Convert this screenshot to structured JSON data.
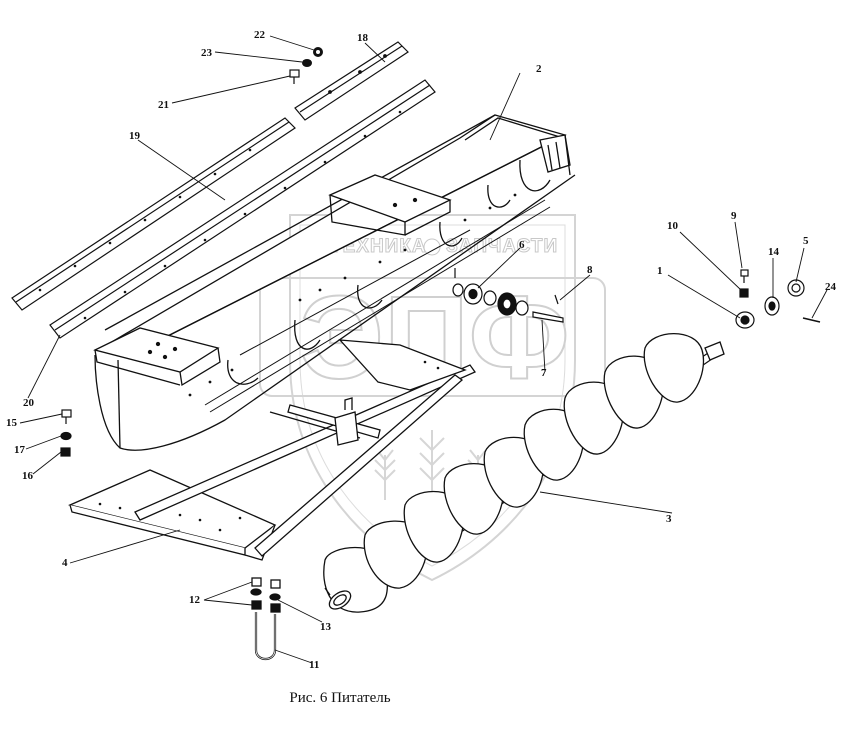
{
  "caption": "Рис. 6  Питатель",
  "watermark": {
    "top_text": "ТЕХНИКА",
    "top_text_right": "ЗАПЧАСТИ",
    "monogram": "ЭПФ"
  },
  "callouts": {
    "p1": "1",
    "p2": "2",
    "p3": "3",
    "p4": "4",
    "p5": "5",
    "p6": "6",
    "p7": "7",
    "p8": "8",
    "p9": "9",
    "p10": "10",
    "p11": "11",
    "p12": "12",
    "p13": "13",
    "p14": "14",
    "p15": "15",
    "p16": "16",
    "p17": "17",
    "p18": "18",
    "p19": "19",
    "p20": "20",
    "p21": "21",
    "p22": "22",
    "p23": "23",
    "p24": "24"
  },
  "colors": {
    "line": "#111111",
    "watermark": "#cfcfcf"
  }
}
